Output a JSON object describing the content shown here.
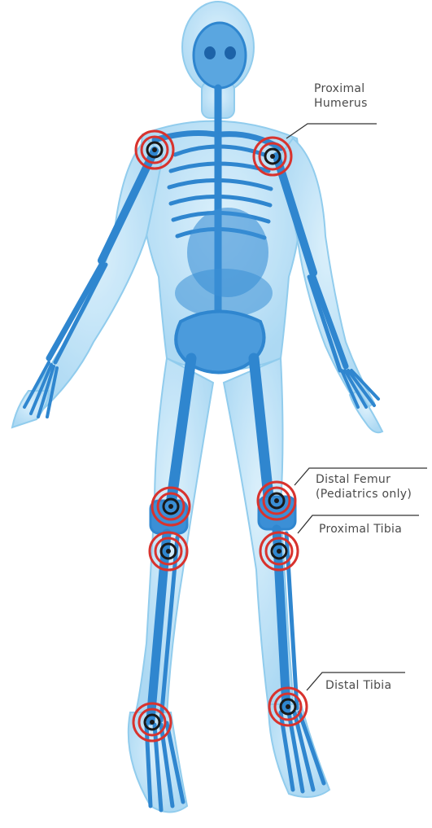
{
  "labels": {
    "proximal_humerus": {
      "line1": "Proximal",
      "line2": "Humerus"
    },
    "distal_femur": {
      "line1": "Distal Femur",
      "line2": "(Pediatrics only)"
    },
    "proximal_tibia": "Proximal Tibia",
    "distal_tibia": "Distal Tibia"
  },
  "colors": {
    "body_fill": "#bfe3f7",
    "body_outline": "#7ec4ea",
    "bone": "#2f86cf",
    "bone_dark": "#1d63a8",
    "target_ring": "#d8332e",
    "target_center": "#1a1a1a",
    "callout_line": "#333333"
  },
  "targets": [
    "right-proximal-humerus",
    "left-proximal-humerus",
    "right-distal-femur",
    "left-distal-femur",
    "right-proximal-tibia",
    "left-proximal-tibia",
    "right-distal-tibia",
    "left-distal-tibia"
  ]
}
